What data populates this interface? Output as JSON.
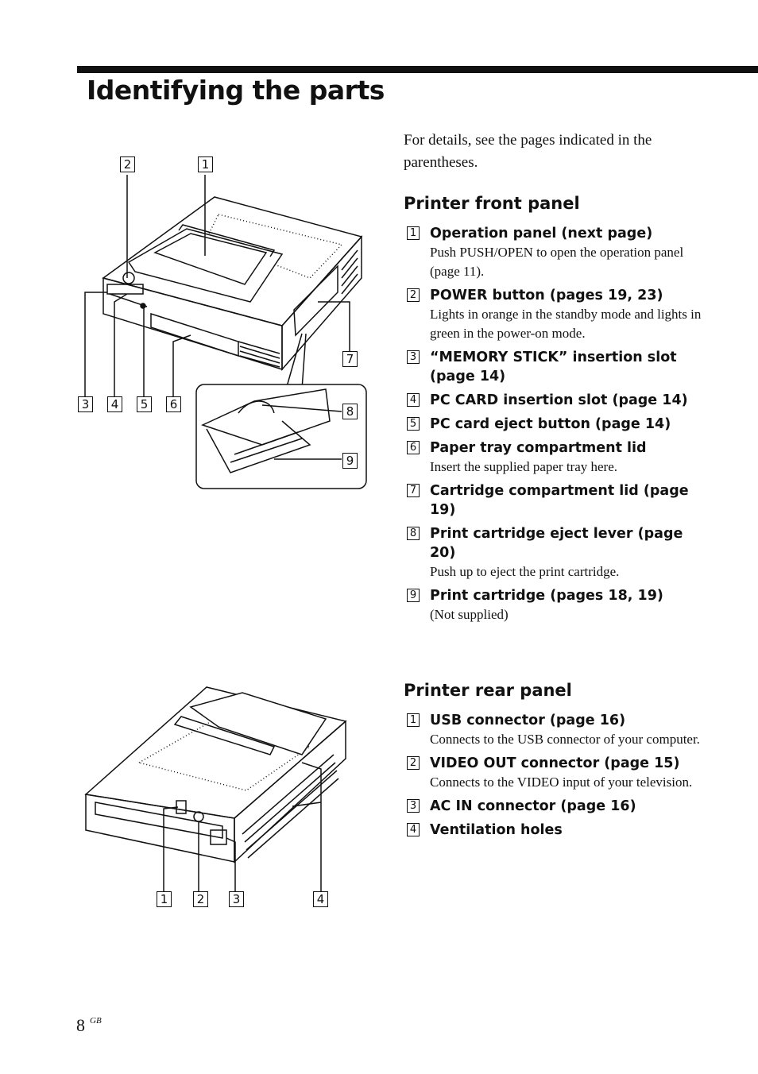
{
  "page": {
    "title": "Identifying the parts",
    "intro": "For details, see the pages indicated in the parentheses.",
    "page_number": "8",
    "page_suffix": "GB"
  },
  "front_panel": {
    "heading": "Printer front panel",
    "items": [
      {
        "num": "1",
        "title": "Operation panel (next page)",
        "desc": "Push PUSH/OPEN to open the operation panel (page 11)."
      },
      {
        "num": "2",
        "title": "POWER button (pages 19, 23)",
        "desc": "Lights in orange in the standby mode and lights in green in the power-on mode."
      },
      {
        "num": "3",
        "title": "“MEMORY STICK” insertion slot (page 14)",
        "desc": ""
      },
      {
        "num": "4",
        "title": "PC CARD insertion slot (page 14)",
        "desc": ""
      },
      {
        "num": "5",
        "title": "PC card eject button (page 14)",
        "desc": ""
      },
      {
        "num": "6",
        "title": "Paper tray compartment lid",
        "desc": "Insert the supplied paper tray here."
      },
      {
        "num": "7",
        "title": "Cartridge compartment lid (page 19)",
        "desc": ""
      },
      {
        "num": "8",
        "title": "Print cartridge eject lever (page 20)",
        "desc": "Push up to eject the print cartridge."
      },
      {
        "num": "9",
        "title": "Print cartridge  (pages 18, 19)",
        "desc": "(Not supplied)"
      }
    ],
    "callouts": [
      "2",
      "1",
      "7",
      "3",
      "4",
      "5",
      "6",
      "8",
      "9"
    ]
  },
  "rear_panel": {
    "heading": "Printer rear panel",
    "items": [
      {
        "num": "1",
        "title": "USB connector (page 16)",
        "desc": "Connects to the USB connector of your computer."
      },
      {
        "num": "2",
        "title": "VIDEO OUT connector (page 15)",
        "desc": "Connects to the VIDEO input of your television."
      },
      {
        "num": "3",
        "title": "AC IN connector (page 16)",
        "desc": ""
      },
      {
        "num": "4",
        "title": "Ventilation holes",
        "desc": ""
      }
    ],
    "callouts": [
      "1",
      "2",
      "3",
      "4"
    ]
  }
}
